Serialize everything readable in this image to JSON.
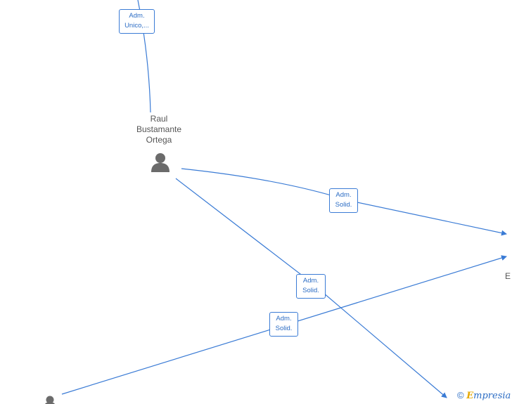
{
  "nodes": {
    "raul": {
      "name_lines": [
        "Raul",
        "Bustamante",
        "Ortega"
      ]
    },
    "offscreen_right_label": "E"
  },
  "relations": [
    {
      "id": "rel-top",
      "lines": [
        "Adm.",
        "Unico,..."
      ]
    },
    {
      "id": "rel-right",
      "lines": [
        "Adm.",
        "Solid."
      ]
    },
    {
      "id": "rel-mid",
      "lines": [
        "Adm.",
        "Solid."
      ]
    },
    {
      "id": "rel-bottom",
      "lines": [
        "Adm.",
        "Solid."
      ]
    }
  ],
  "watermark": {
    "copyright": "©",
    "brand_initial": "E",
    "brand_rest": "mpresia"
  },
  "colors": {
    "edge": "#3a7bd5",
    "label_text": "#2b6cc4",
    "node_icon": "#6b6b6b",
    "brand_accent": "#e6a800"
  }
}
